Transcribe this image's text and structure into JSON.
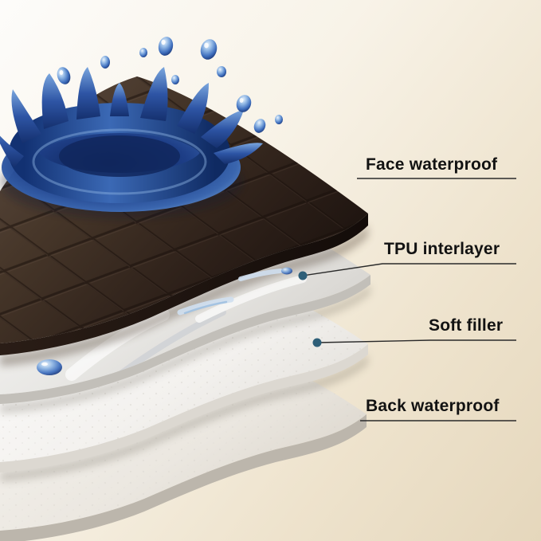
{
  "diagram": {
    "type": "product-layer-diagram",
    "labels": [
      {
        "id": "face",
        "text": "Face waterproof"
      },
      {
        "id": "tpu",
        "text": "TPU interlayer"
      },
      {
        "id": "soft",
        "text": "Soft filler"
      },
      {
        "id": "back",
        "text": "Back waterproof"
      }
    ],
    "layers": [
      {
        "name": "Face waterproof",
        "color": "#3a2c24"
      },
      {
        "name": "TPU interlayer",
        "color": "#e9e8e6"
      },
      {
        "name": "Soft filler",
        "color": "#f7f6f3"
      },
      {
        "name": "Back waterproof",
        "color": "#efece7"
      }
    ],
    "colors": {
      "background_top": "#fdfcfa",
      "background_bottom": "#e5d7bc",
      "water": "#1d3f8a",
      "pointer_dot": "#2e5f78",
      "leader_line": "#2a2a2a",
      "label_text": "#121212"
    }
  }
}
